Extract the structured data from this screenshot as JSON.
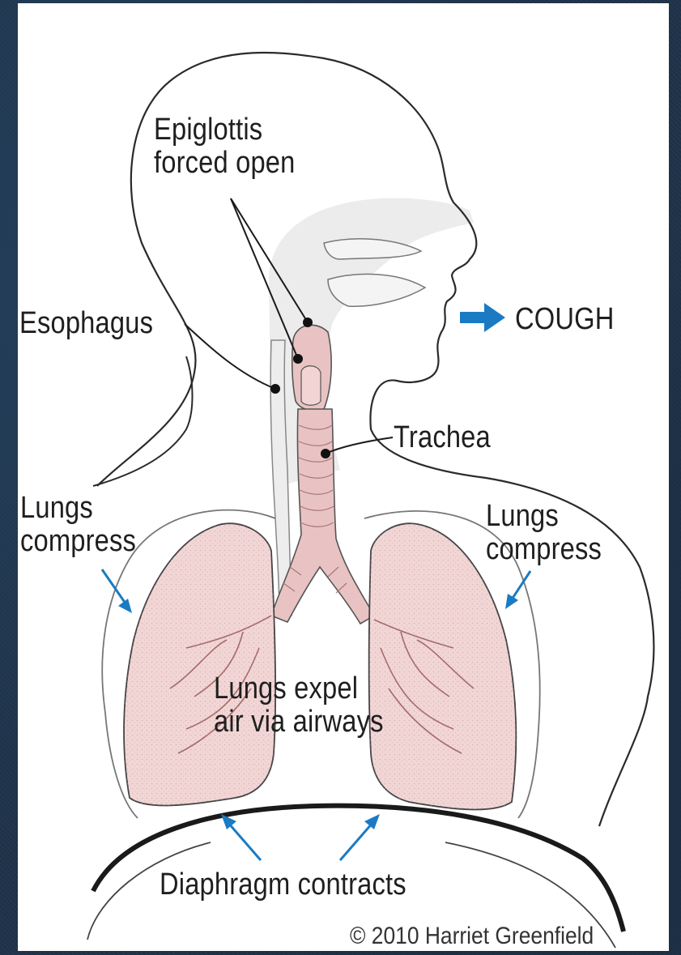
{
  "labels": {
    "epiglottis": "Epiglottis\nforced open",
    "cough": "COUGH",
    "esophagus": "Esophagus",
    "trachea": "Trachea",
    "lungs_left": "Lungs\ncompress",
    "lungs_right": "Lungs\ncompress",
    "center": "Lungs expel\nair via airways",
    "diaphragm": "Diaphragm contracts"
  },
  "copyright": "© 2010 Harriet Greenfield",
  "colors": {
    "arrow": "#1a7bc4",
    "lung_fill": "#f2d6d6",
    "trachea_fill": "#e9c3c3",
    "shading": "#e8e8e8",
    "line": "#2a2a2a"
  }
}
